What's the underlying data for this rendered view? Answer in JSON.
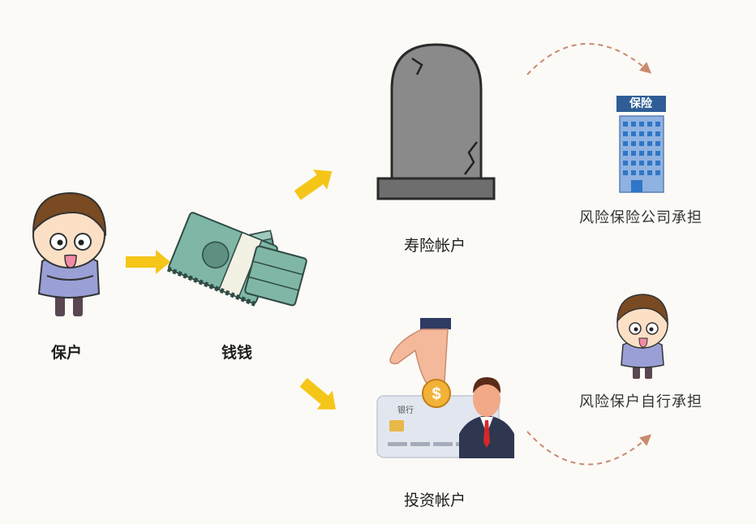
{
  "nodes": {
    "policyholder": {
      "label": "保户"
    },
    "money": {
      "label": "钱钱"
    },
    "life_account": {
      "label": "寿险帐户"
    },
    "investment_account": {
      "label": "投资帐户"
    },
    "insurer_bears": {
      "label": "风险保险公司承担"
    },
    "holder_bears": {
      "label": "风险保户自行承担"
    }
  },
  "building": {
    "sign": "保险"
  },
  "card": {
    "bank_text": "银行"
  },
  "colors": {
    "arrow": "#f5c518",
    "dashed": "#c98a6e",
    "money": "#7fb6a6",
    "tomb": "#8a8a8a",
    "card": "#e2e6ee"
  }
}
